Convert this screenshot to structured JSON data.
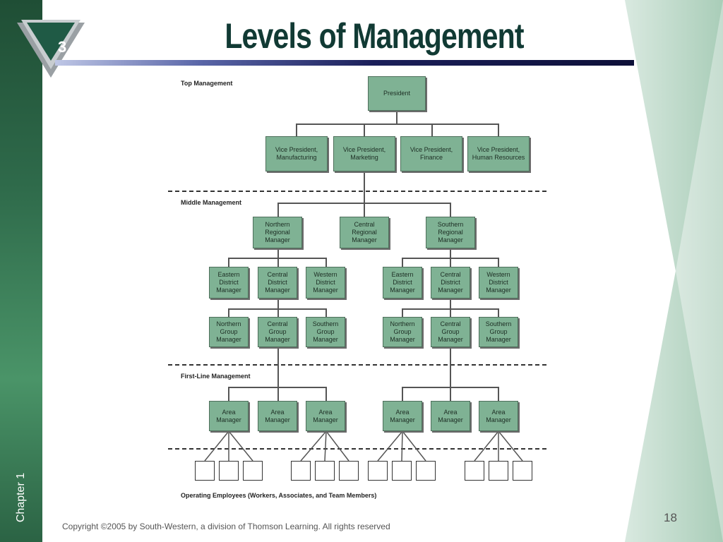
{
  "slide": {
    "chapter_badge": "3",
    "title": "Levels of Management",
    "side_label": "Chapter 1",
    "page_number": "18",
    "copyright": "Copyright ©2005 by South-Western, a division of Thomson Learning.  All rights reserved"
  },
  "org_chart": {
    "levels": {
      "top": "Top Management",
      "middle": "Middle Management",
      "first_line": "First-Line Management",
      "operating": "Operating Employees (Workers, Associates, and Team Members)"
    },
    "president": "President",
    "vice_presidents": [
      "Vice President,\nManufacturing",
      "Vice President,\nMarketing",
      "Vice President,\nFinance",
      "Vice President,\nHuman Resources"
    ],
    "regional_managers": [
      "Northern\nRegional\nManager",
      "Central\nRegional\nManager",
      "Southern\nRegional\nManager"
    ],
    "district_managers_north": [
      "Eastern\nDistrict\nManager",
      "Central\nDistrict\nManager",
      "Western\nDistrict\nManager"
    ],
    "district_managers_south": [
      "Eastern\nDistrict\nManager",
      "Central\nDistrict\nManager",
      "Western\nDistrict\nManager"
    ],
    "group_managers_north": [
      "Northern\nGroup\nManager",
      "Central\nGroup\nManager",
      "Southern\nGroup\nManager"
    ],
    "group_managers_south": [
      "Northern\nGroup\nManager",
      "Central\nGroup\nManager",
      "Southern\nGroup\nManager"
    ],
    "area_managers_north": [
      "Area\nManager",
      "Area\nManager",
      "Area\nManager"
    ],
    "area_managers_south": [
      "Area\nManager",
      "Area\nManager",
      "Area\nManager"
    ]
  }
}
